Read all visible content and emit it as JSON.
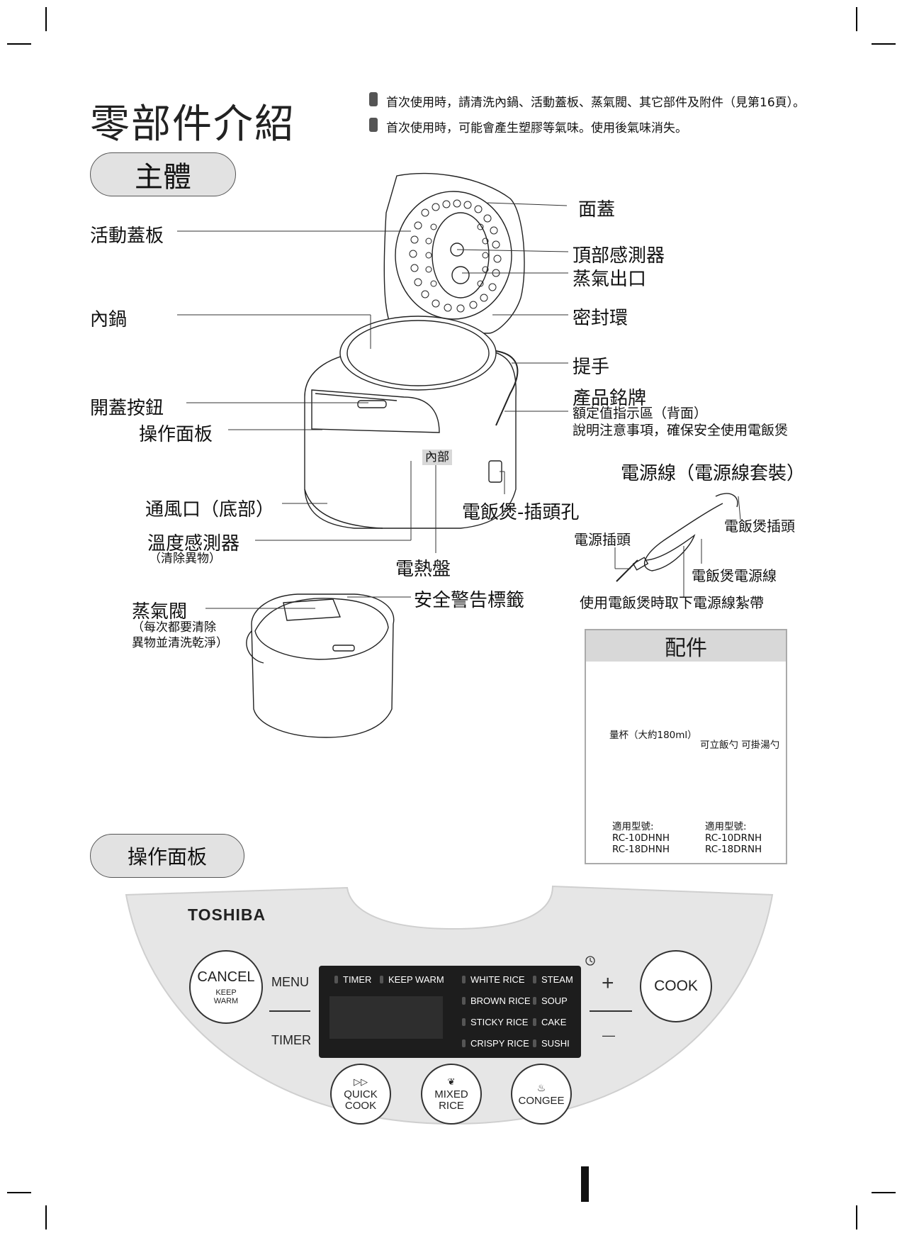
{
  "page": {
    "title": "零部件介紹",
    "notes": [
      "首次使用時，請清洗內鍋、活動蓋板、蒸氣閥、其它部件及附件（見第16頁）。",
      "首次使用時，可能會產生塑膠等氣味。使用後氣味消失。"
    ]
  },
  "sections": {
    "main_body": "主體",
    "control_panel": "操作面板"
  },
  "parts_left": {
    "inner_lid": "活動蓋板",
    "inner_pot": "內鍋",
    "open_button": "開蓋按鈕",
    "control_panel": "操作面板",
    "vent": "通風口（底部）",
    "temp_sensor": "溫度感測器",
    "temp_sensor_note": "（清除異物）",
    "steam_valve": "蒸氣閥",
    "steam_valve_note_1": "（每次都要清除",
    "steam_valve_note_2": "異物並清洗乾淨）"
  },
  "parts_right": {
    "outer_lid": "面蓋",
    "top_sensor": "頂部感測器",
    "steam_outlet": "蒸氣出口",
    "seal_ring": "密封環",
    "handle": "提手",
    "nameplate": "產品銘牌",
    "nameplate_note_1": "額定值指示區（背面）",
    "nameplate_note_2": "說明注意事項，確保安全使用電飯煲",
    "inside": "內部",
    "socket": "電飯煲-插頭孔",
    "heater": "電熱盤",
    "warning_label": "安全警告標籤"
  },
  "power_cord": {
    "title": "電源線（電源線套裝）",
    "appliance_plug": "電飯煲插頭",
    "mains_plug": "電源插頭",
    "cord": "電飯煲電源線",
    "tie_note": "使用電飯煲時取下電源線紮帶"
  },
  "accessories": {
    "title": "配件",
    "cup": "量杯（大約180ml）",
    "spoons": "可立飯勺  可掛湯勺",
    "steamer_a_title": "適用型號:",
    "steamer_a_model_1": "RC-10DHNH",
    "steamer_a_model_2": "RC-18DHNH",
    "steamer_b_title": "適用型號:",
    "steamer_b_model_1": "RC-10DRNH",
    "steamer_b_model_2": "RC-18DRNH"
  },
  "panel": {
    "brand": "TOSHIBA",
    "cancel": "CANCEL",
    "keep_warm_1": "KEEP",
    "keep_warm_2": "WARM",
    "menu": "MENU",
    "timer": "TIMER",
    "plus": "+",
    "minus": "—",
    "cook": "COOK",
    "display": {
      "timer": "TIMER",
      "keep_warm": "KEEP WARM",
      "white_rice": "WHITE RICE",
      "steam": "STEAM",
      "brown_rice": "BROWN RICE",
      "soup": "SOUP",
      "sticky_rice": "STICKY RICE",
      "cake": "CAKE",
      "crispy_rice": "CRISPY RICE",
      "sushi": "SUSHI"
    },
    "quick_cook_1": "QUICK",
    "quick_cook_2": "COOK",
    "mixed_rice_1": "MIXED",
    "mixed_rice_2": "RICE",
    "congee": "CONGEE"
  },
  "colors": {
    "panel_bg": "#e6e6e6",
    "display_bg": "#1d1d1d",
    "pill_bg": "#e2e2e2"
  },
  "icons": [
    "clock-icon",
    "quick-cook-icon",
    "mixed-rice-icon",
    "congee-icon"
  ]
}
